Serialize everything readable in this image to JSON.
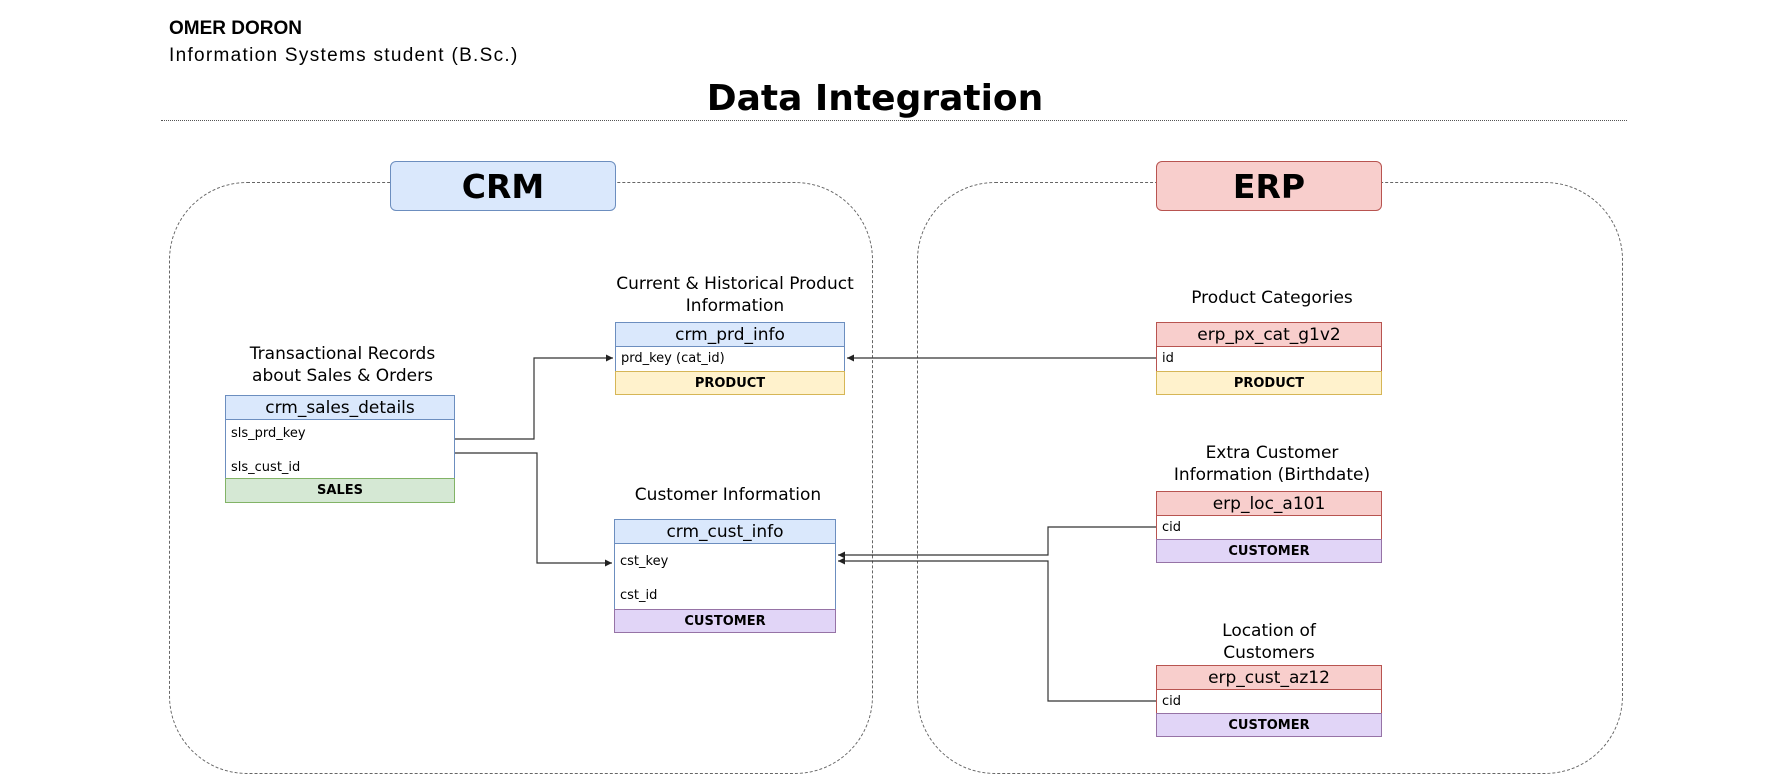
{
  "header": {
    "author": "OMER DORON",
    "subtitle": "Information Systems student (B.Sc.)",
    "title": "Data Integration"
  },
  "regions": {
    "crm": "CRM",
    "erp": "ERP"
  },
  "tables": {
    "crm_sales_details": {
      "caption_line1": "Transactional Records",
      "caption_line2": "about Sales & Orders",
      "name": "crm_sales_details",
      "fields": [
        "sls_prd_key",
        "sls_cust_id"
      ],
      "entity": "SALES"
    },
    "crm_prd_info": {
      "caption_line1": "Current & Historical Product",
      "caption_line2": "Information",
      "name": "crm_prd_info",
      "fields": [
        "prd_key (cat_id)"
      ],
      "entity": "PRODUCT"
    },
    "crm_cust_info": {
      "caption_line1": "Customer Information",
      "name": "crm_cust_info",
      "fields": [
        "cst_key",
        "cst_id"
      ],
      "entity": "CUSTOMER"
    },
    "erp_px_cat_g1v2": {
      "caption_line1": "Product Categories",
      "name": "erp_px_cat_g1v2",
      "fields": [
        "id"
      ],
      "entity": "PRODUCT"
    },
    "erp_loc_a101": {
      "caption_line1": "Extra Customer",
      "caption_line2": "Information (Birthdate)",
      "name": "erp_loc_a101",
      "fields": [
        "cid"
      ],
      "entity": "CUSTOMER"
    },
    "erp_cust_az12": {
      "caption_line1": "Location of",
      "caption_line2": "Customers",
      "name": "erp_cust_az12",
      "fields": [
        "cid"
      ],
      "entity": "CUSTOMER"
    }
  },
  "relationships": [
    {
      "from": "crm_sales_details.sls_prd_key",
      "to": "crm_prd_info.prd_key (cat_id)"
    },
    {
      "from": "crm_sales_details.sls_cust_id",
      "to": "crm_cust_info.cst_key"
    },
    {
      "from": "erp_px_cat_g1v2.id",
      "to": "crm_prd_info.prd_key (cat_id)"
    },
    {
      "from": "erp_loc_a101.cid",
      "to": "crm_cust_info.cst_key"
    },
    {
      "from": "erp_cust_az12.cid",
      "to": "crm_cust_info.cst_key"
    }
  ],
  "colors": {
    "crm_header": "#dae8fc",
    "erp_header": "#f8cecc",
    "product": "#fff2cc",
    "sales": "#d5e8d4",
    "customer": "#e1d5f7"
  }
}
